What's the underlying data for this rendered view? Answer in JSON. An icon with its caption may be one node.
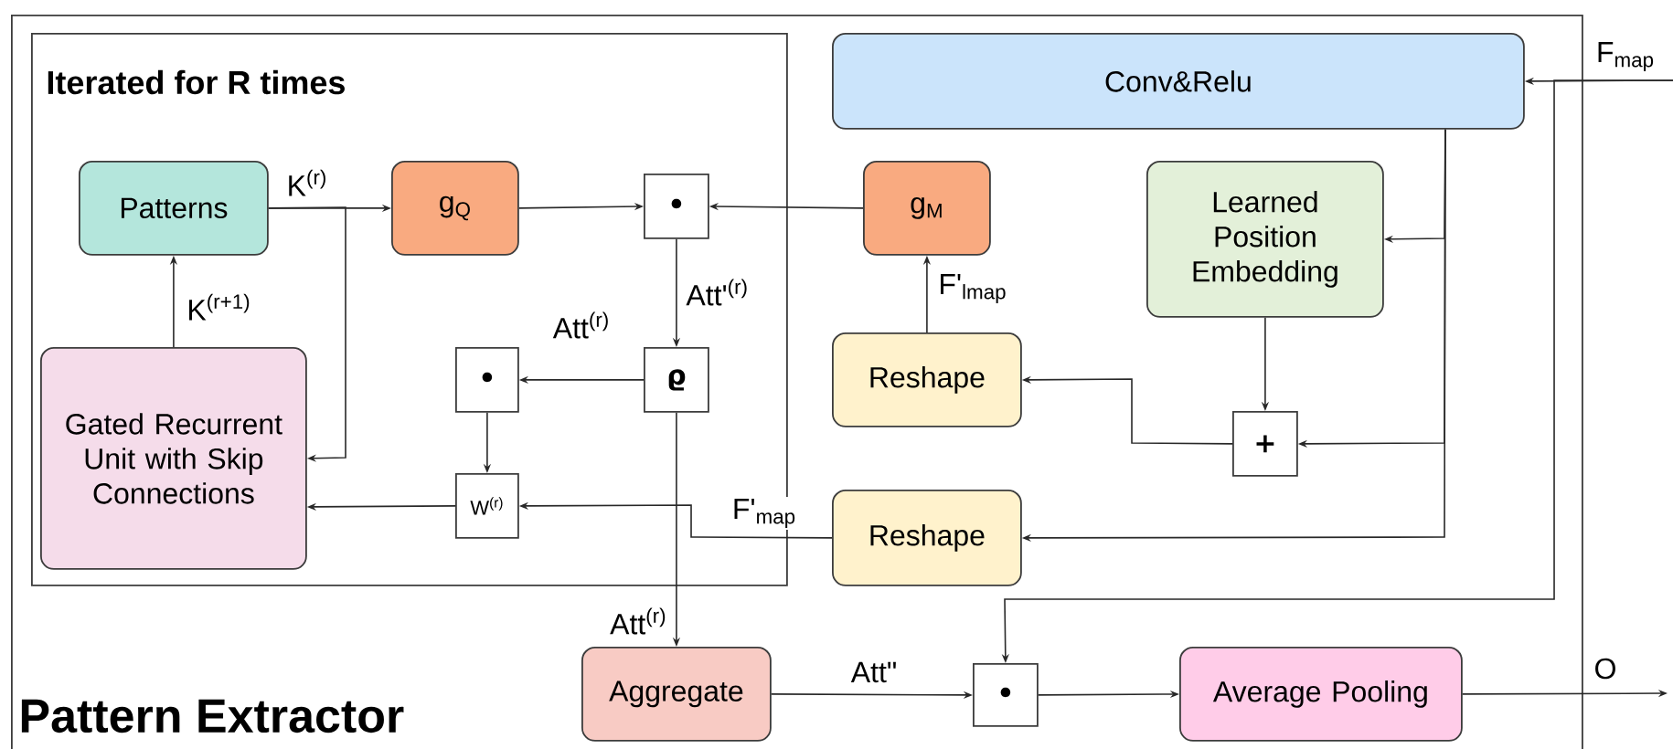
{
  "diagram": {
    "nodes": [
      {
        "text": [
          "Pattern Extractor"
        ]
      },
      {
        "text": [
          "Iterated for R times"
        ],
        "in": 0
      },
      {
        "text": [
          "Conv&Relu"
        ],
        "in": 0
      },
      {
        "text": [
          "Patterns"
        ],
        "in": 1
      },
      {
        "text": [
          "g$_{Q}$"
        ],
        "in": 1
      },
      {
        "text": [
          "•"
        ],
        "in": 1
      },
      {
        "text": [
          "g$_{M}$"
        ],
        "in": 0
      },
      {
        "text": [
          "Learned Position Embedding"
        ],
        "in": 0
      },
      {
        "text": [
          "ϱ"
        ],
        "in": 1
      },
      {
        "text": [
          "•"
        ],
        "in": 1
      },
      {
        "text": [
          "Reshape"
        ],
        "in": 0
      },
      {
        "text": [
          "+"
        ],
        "in": 0
      },
      {
        "text": [
          "Gated Recurrent Unit with Skip Connections"
        ],
        "in": 1
      },
      {
        "text": [
          "W$^{(r)}$"
        ],
        "in": 1
      },
      {
        "text": [
          "Reshape"
        ],
        "in": 0
      },
      {
        "text": [
          "Aggregate"
        ],
        "in": 0
      },
      {
        "text": [
          "•"
        ],
        "in": 0
      },
      {
        "text": [
          "Average Pooling"
        ],
        "in": 0
      }
    ],
    "edges": [
      {
        "from": 3,
        "to": 4,
        "arrow": "to",
        "label": "K$^{(r)}$"
      },
      {
        "from": 3,
        "to": 12,
        "arrow": "to"
      },
      {
        "from": 4,
        "to": 5,
        "arrow": "to"
      },
      {
        "from": 6,
        "to": 5,
        "arrow": "to"
      },
      {
        "from": 5,
        "to": 8,
        "arrow": "to",
        "label": "Att'$^{(r)}$"
      },
      {
        "from": 8,
        "to": 9,
        "arrow": "to",
        "label": "Att$^{(r)}$"
      },
      {
        "from": 8,
        "to": 15,
        "arrow": "to",
        "label": "Att$^{(r)}$"
      },
      {
        "from": 9,
        "to": 13,
        "arrow": "to"
      },
      {
        "from": 13,
        "to": 12,
        "arrow": "to"
      },
      {
        "from": 14,
        "to": 13,
        "arrow": "to",
        "label": "F'$_{map}$"
      },
      {
        "from": 12,
        "to": 3,
        "arrow": "to",
        "label": "K$^{(r+1)}$"
      },
      {
        "from": 10,
        "to": 6,
        "arrow": "to",
        "label": "F'$_{lmap}$"
      },
      {
        "from": 2,
        "to": 7,
        "arrow": "to"
      },
      {
        "from": 2,
        "to": 11,
        "arrow": "to"
      },
      {
        "from": 2,
        "to": 14,
        "arrow": "to"
      },
      {
        "from": 7,
        "to": 11,
        "arrow": "to"
      },
      {
        "from": 11,
        "to": 10,
        "arrow": "to"
      },
      {
        "from": null,
        "to": 2,
        "arrow": "to",
        "label": "F$_{map}$"
      },
      {
        "from": null,
        "to": 16,
        "arrow": "to"
      },
      {
        "from": 15,
        "to": 16,
        "arrow": "to",
        "label": "Att\""
      },
      {
        "from": 16,
        "to": 17,
        "arrow": "to"
      },
      {
        "from": 17,
        "to": null,
        "arrow": "to",
        "label": "O"
      }
    ]
  }
}
